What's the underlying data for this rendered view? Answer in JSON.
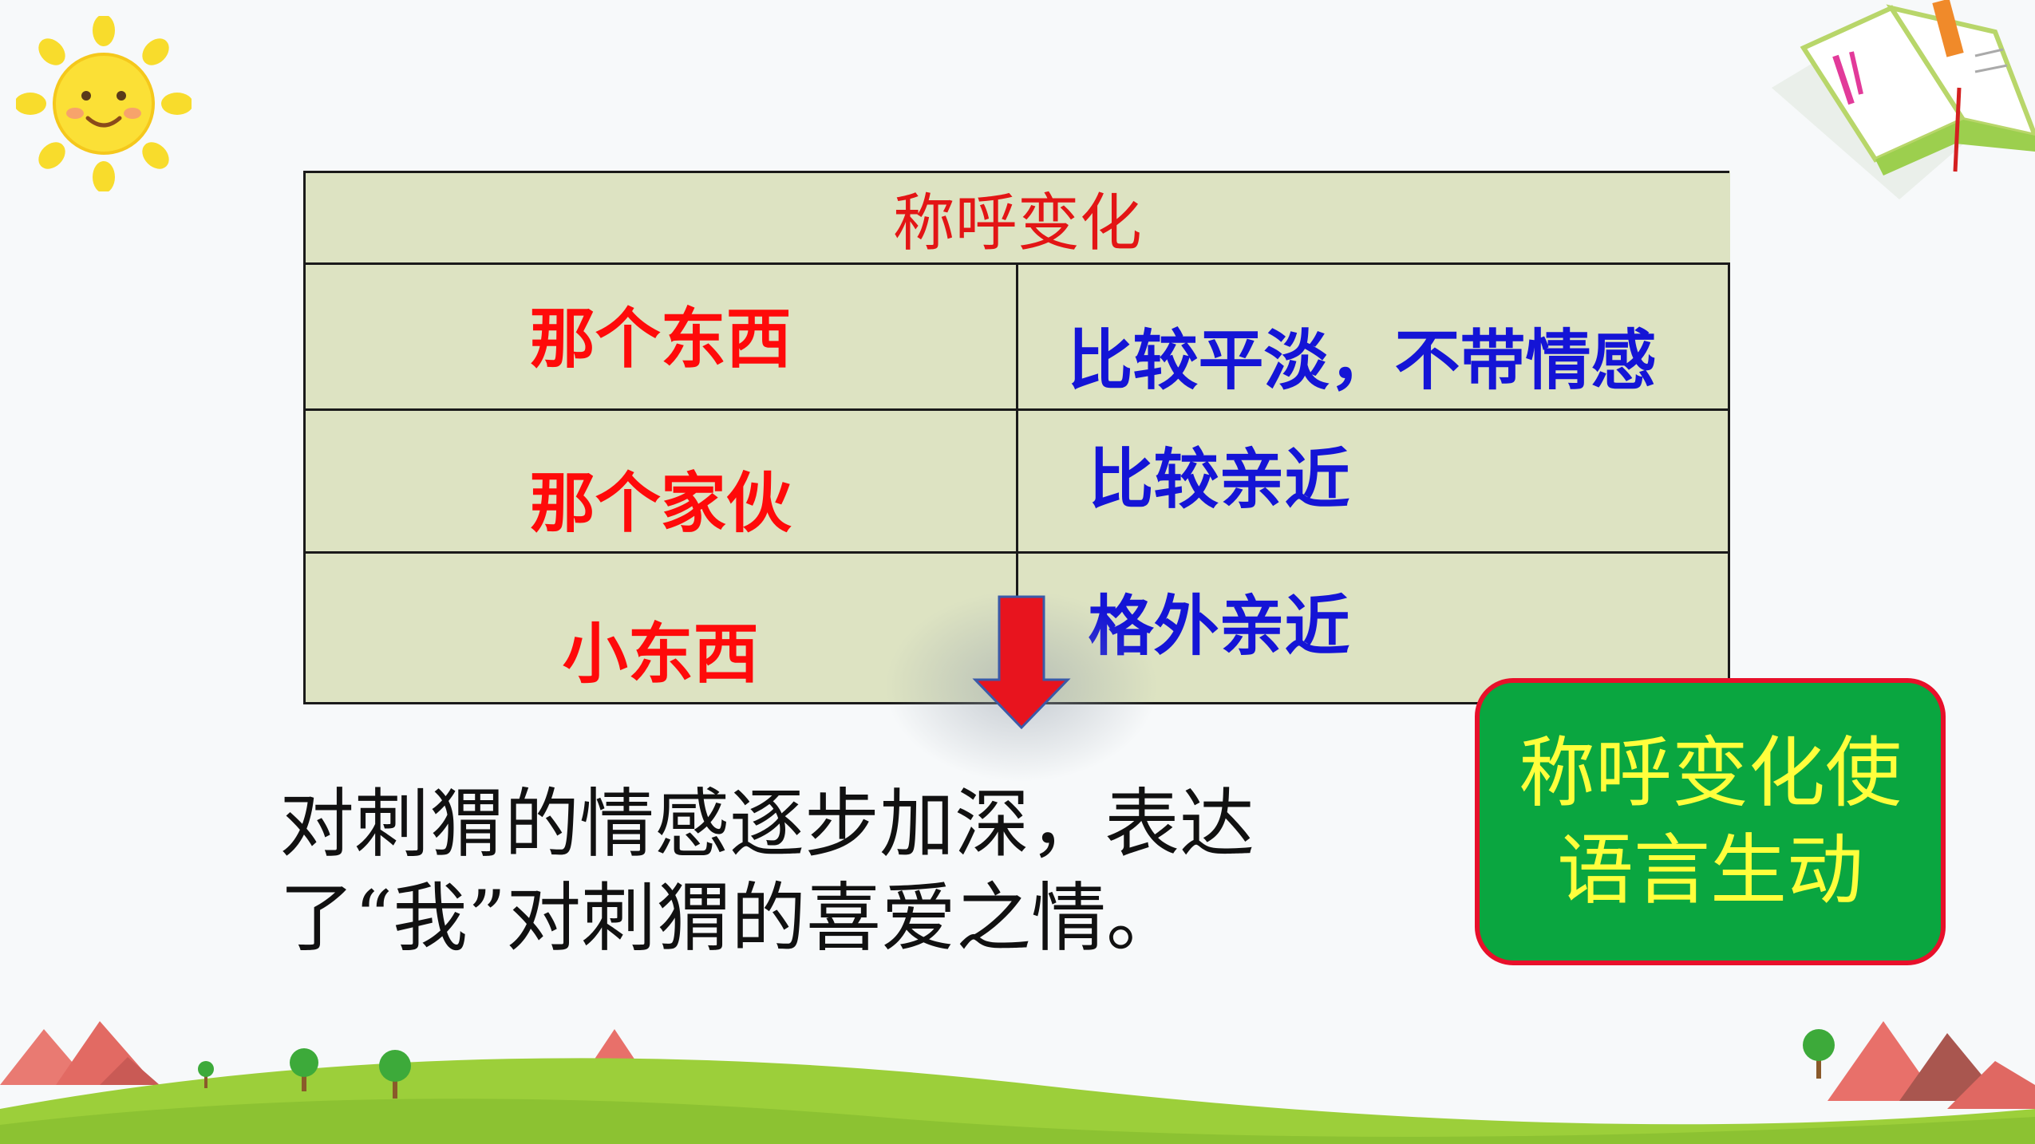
{
  "table": {
    "header": "称呼变化",
    "rows": [
      {
        "term": "那个东西",
        "description": "比较平淡，不带情感"
      },
      {
        "term": "那个家伙",
        "description": "比较亲近"
      },
      {
        "term": "小东西",
        "description": "格外亲近"
      }
    ]
  },
  "conclusion": {
    "line1": "对刺猬的情感逐步加深，表达",
    "line2": "了“我”对刺猬的喜爱之情。"
  },
  "callout": {
    "text": "称呼变化使语言生动"
  },
  "colors": {
    "header_text": "#e31515",
    "term_text": "#ff0a0a",
    "description_text": "#1414d6",
    "table_fill": "#dde3c2",
    "callout_fill": "#0aa640",
    "callout_border": "#e8102a",
    "callout_text": "#ffff3c",
    "arrow": "#e8141e"
  },
  "icons": {
    "sun": "sun-icon",
    "book": "open-book-icon",
    "arrow": "down-arrow-icon"
  }
}
